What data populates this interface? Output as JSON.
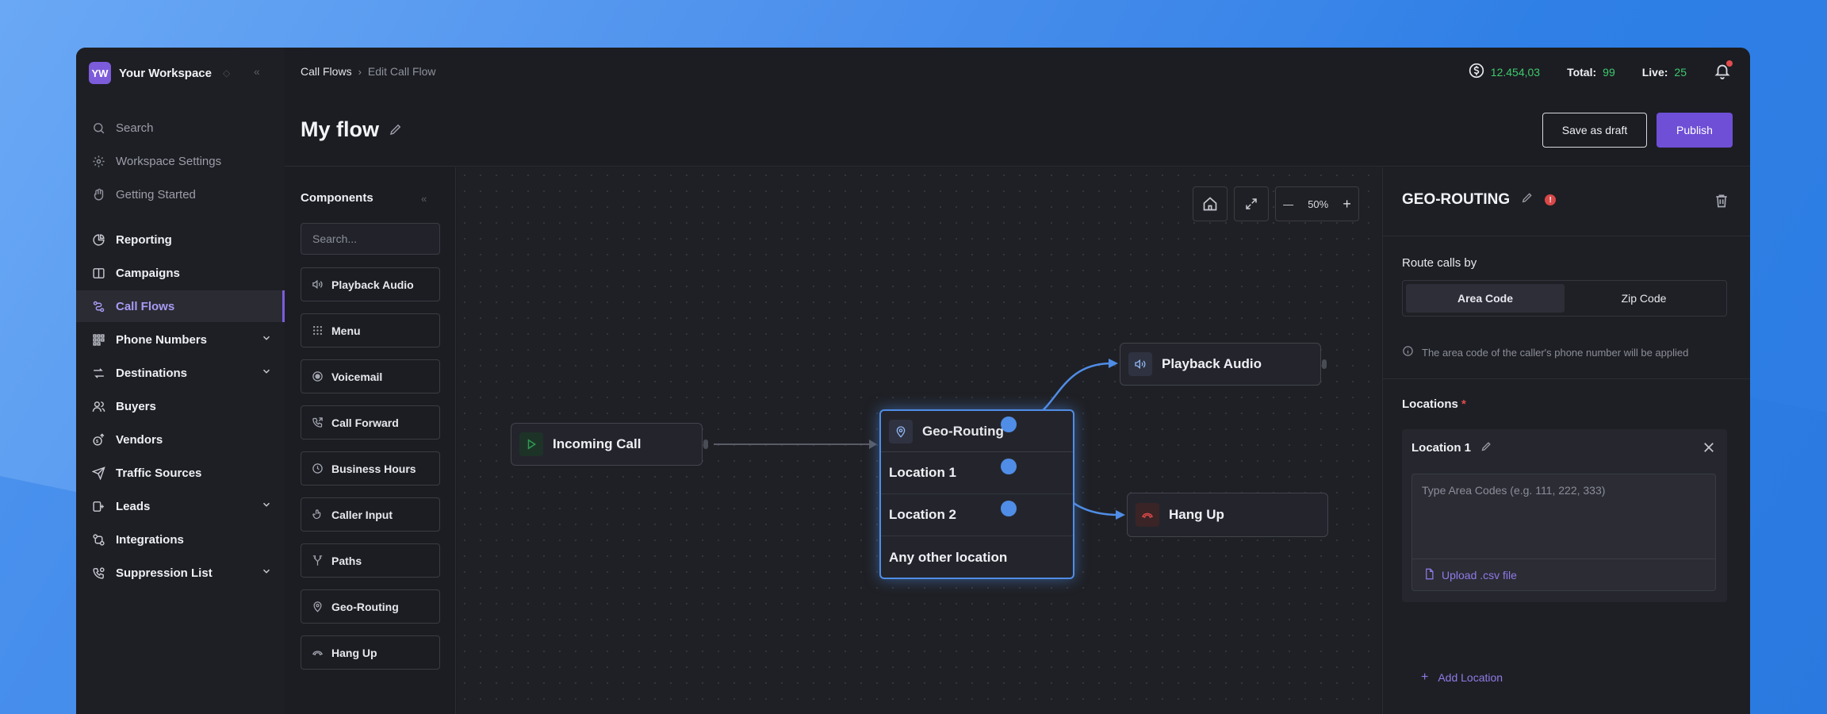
{
  "workspace": {
    "initials": "YW",
    "name": "Your Workspace"
  },
  "sidebar": {
    "items": [
      {
        "label": "Search",
        "icon": "search-icon"
      },
      {
        "label": "Workspace Settings",
        "icon": "gear-icon"
      },
      {
        "label": "Getting Started",
        "icon": "hand-wave-icon"
      },
      {
        "label": "Reporting",
        "icon": "pie-chart-icon"
      },
      {
        "label": "Campaigns",
        "icon": "book-icon"
      },
      {
        "label": "Call Flows",
        "icon": "flow-icon"
      },
      {
        "label": "Phone Numbers",
        "icon": "grid-icon"
      },
      {
        "label": "Destinations",
        "icon": "arrows-icon"
      },
      {
        "label": "Buyers",
        "icon": "users-icon"
      },
      {
        "label": "Vendors",
        "icon": "vendor-icon"
      },
      {
        "label": "Traffic Sources",
        "icon": "send-icon"
      },
      {
        "label": "Leads",
        "icon": "leads-icon"
      },
      {
        "label": "Integrations",
        "icon": "integrations-icon"
      },
      {
        "label": "Suppression List",
        "icon": "phone-block-icon"
      }
    ]
  },
  "header": {
    "breadcrumb": [
      "Call Flows",
      "Edit Call Flow"
    ],
    "balance": "12.454,03",
    "total_label": "Total:",
    "total_value": "99",
    "live_label": "Live:",
    "live_value": "25",
    "title": "My flow",
    "save_draft": "Save as draft",
    "publish": "Publish"
  },
  "components": {
    "title": "Components",
    "search_placeholder": "Search...",
    "items": [
      {
        "label": "Playback Audio",
        "icon": "speaker-icon"
      },
      {
        "label": "Menu",
        "icon": "keypad-icon"
      },
      {
        "label": "Voicemail",
        "icon": "voicemail-icon"
      },
      {
        "label": "Call Forward",
        "icon": "phone-forward-icon"
      },
      {
        "label": "Business Hours",
        "icon": "clock-icon"
      },
      {
        "label": "Caller Input",
        "icon": "hand-input-icon"
      },
      {
        "label": "Paths",
        "icon": "split-icon"
      },
      {
        "label": "Geo-Routing",
        "icon": "pin-icon"
      },
      {
        "label": "Hang Up",
        "icon": "hangup-icon"
      }
    ]
  },
  "canvas": {
    "zoom": "50%",
    "nodes": {
      "incoming": "Incoming Call",
      "geo_title": "Geo-Routing",
      "geo_rows": [
        "Location 1",
        "Location 2",
        "Any other location"
      ],
      "playback": "Playback Audio",
      "hangup": "Hang Up"
    },
    "colors": {
      "edge": "#4f8de6",
      "start": "#2e9c52",
      "hangup": "#d94848"
    }
  },
  "panel": {
    "title": "GEO-ROUTING",
    "route_label": "Route calls by",
    "options": [
      "Area Code",
      "Zip Code"
    ],
    "selected": "Area Code",
    "hint": "The area code of the caller's phone number will be applied",
    "locations_label": "Locations",
    "required_mark": "*",
    "location_name": "Location 1",
    "location_placeholder": "Type Area Codes (e.g. 111, 222, 333)",
    "upload": "Upload .csv file",
    "add_location": "Add Location"
  },
  "accent": "#6e4fd6"
}
